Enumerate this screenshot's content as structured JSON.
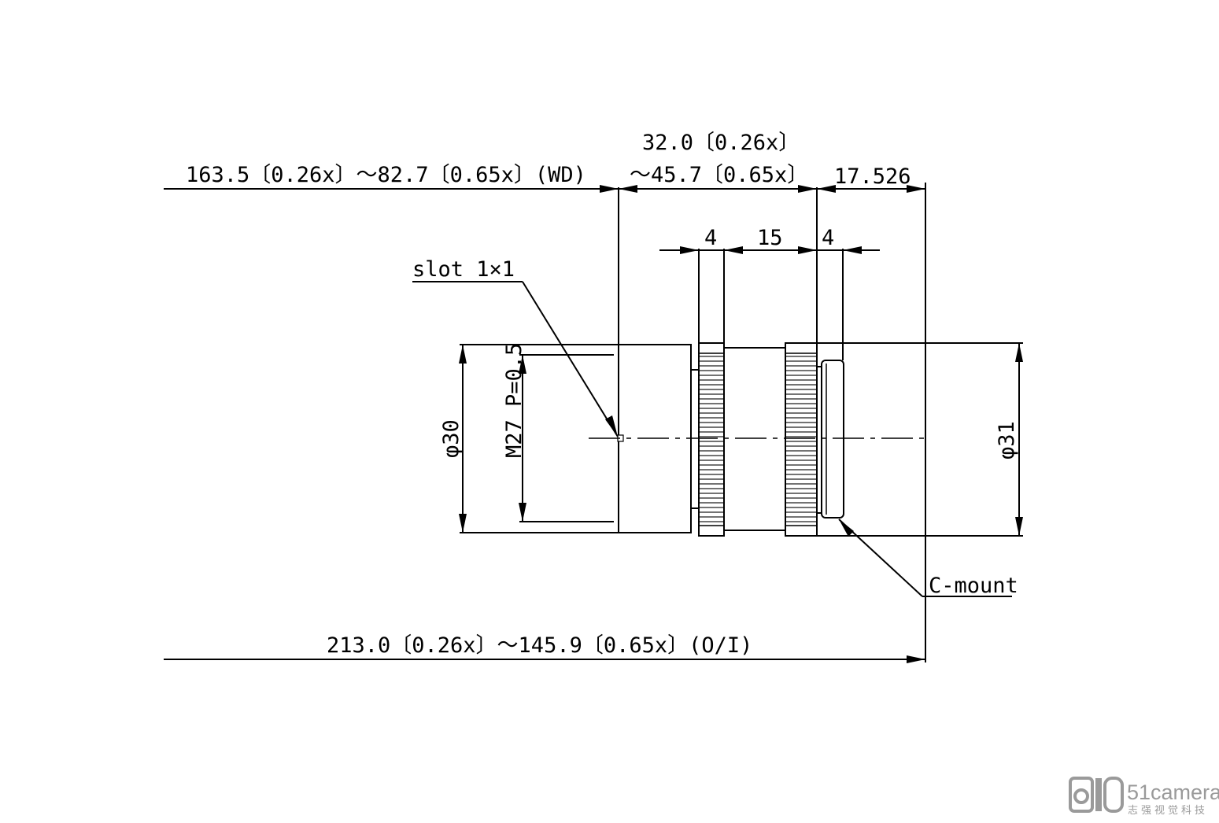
{
  "dimensions": {
    "wd": "163.5〔0.26x〕～82.7〔0.65x〕(WD)",
    "length_top": "32.0〔0.26x〕",
    "length_bottom": "～45.7〔0.65x〕",
    "flange": "17.526",
    "ring_1": "4",
    "ring_gap": "15",
    "ring_2": "4",
    "slot": "slot 1×1",
    "thread": "M27 P=0.5",
    "front_diameter": "φ30",
    "rear_diameter": "φ31",
    "mount": "C-mount",
    "oi": "213.0〔0.26x〕～145.9〔0.65x〕(O/I)"
  },
  "watermark": {
    "brand": "51camera",
    "subtitle": "志强视觉科技"
  }
}
